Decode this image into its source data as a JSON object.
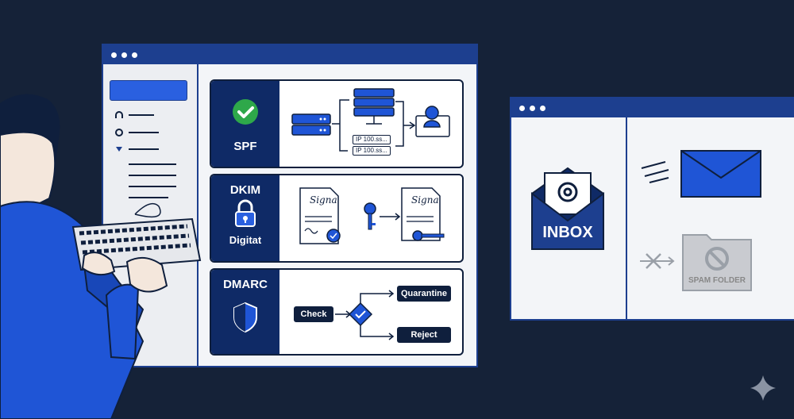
{
  "colors": {
    "background": "#152238",
    "window_accent": "#1d3f8f",
    "card_side": "#0f2a66",
    "check_green": "#2ea84a",
    "inbox_blue": "#1f55d6",
    "spam_gray": "#c9cbd0"
  },
  "left_window": {
    "cards": [
      {
        "label": "SPF",
        "icon": "green-check-icon",
        "ip_tags": [
          "IP 100.ss...",
          "IP 100.ss..."
        ]
      },
      {
        "label": "DKIM",
        "sublabel": "Digitat",
        "icon": "padlock-icon",
        "doc_text_left": "Signa",
        "doc_text_right": "Signa"
      },
      {
        "label": "DMARC",
        "icon": "shield-icon",
        "check_label": "Check",
        "quarantine_label": "Quarantine",
        "reject_label": "Reject"
      }
    ]
  },
  "right_window": {
    "inbox_label": "INBOX",
    "spam_label": "SPAM FOLDER"
  }
}
